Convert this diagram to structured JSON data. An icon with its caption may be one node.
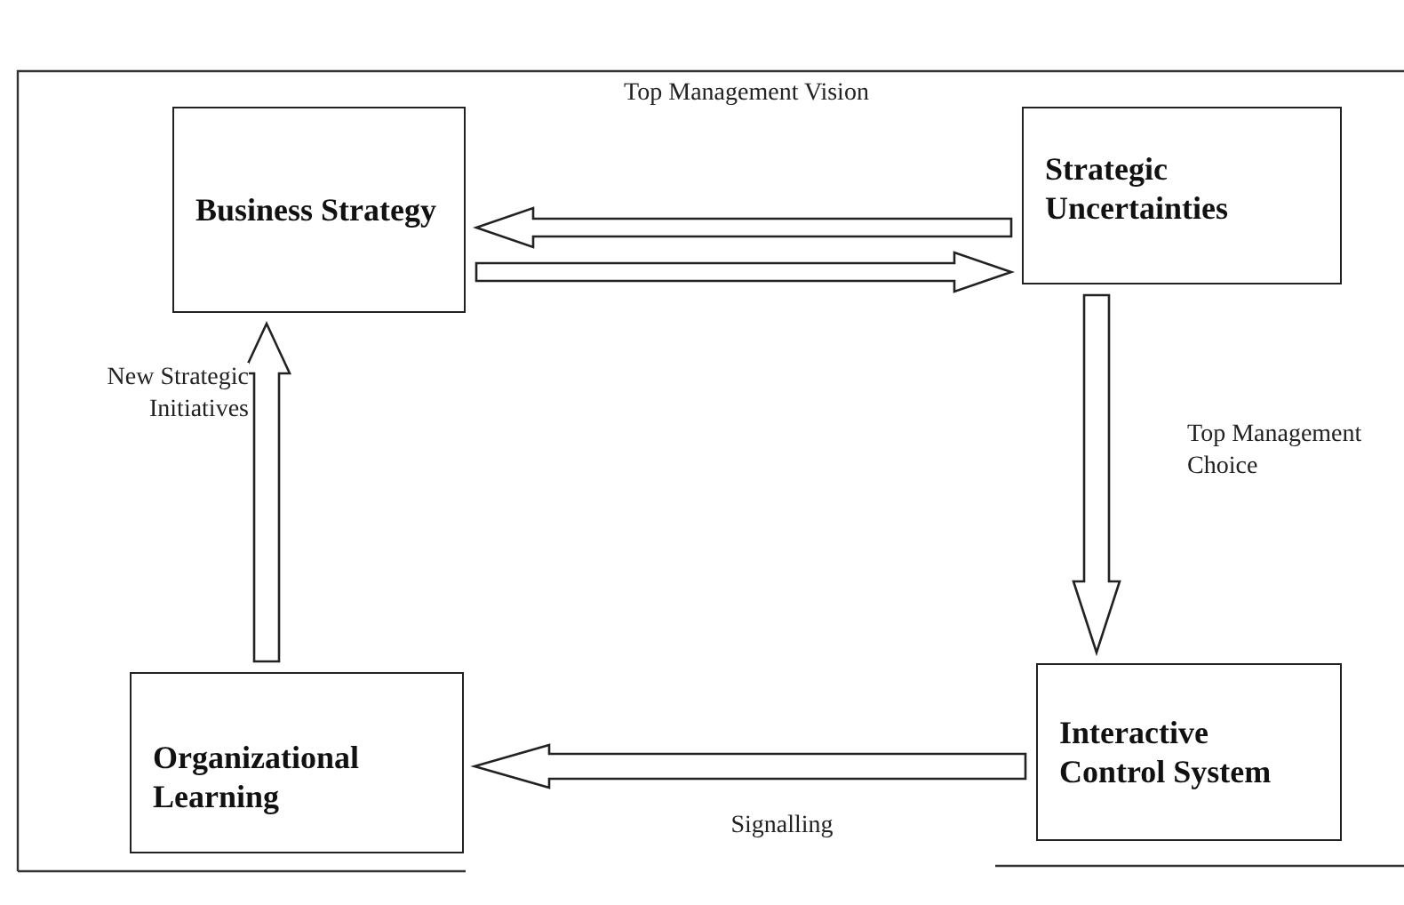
{
  "diagram": {
    "nodes": [
      {
        "text": [
          "Business Strategy"
        ]
      },
      {
        "text": [
          "Strategic Uncertainties"
        ]
      },
      {
        "text": [
          "Interactive Control System"
        ]
      },
      {
        "text": [
          "Organizational Learning"
        ]
      }
    ],
    "edges": [
      {
        "from": 1,
        "to": 0,
        "arrow": "to",
        "label": "Top Management Vision"
      },
      {
        "from": 0,
        "to": 1,
        "arrow": "to"
      },
      {
        "from": 1,
        "to": 2,
        "arrow": "to",
        "label": "Top Management Choice"
      },
      {
        "from": 2,
        "to": 3,
        "arrow": "to",
        "label": "Signalling"
      },
      {
        "from": 3,
        "to": 0,
        "arrow": "to",
        "label": "New Strategic Initiatives"
      }
    ]
  }
}
